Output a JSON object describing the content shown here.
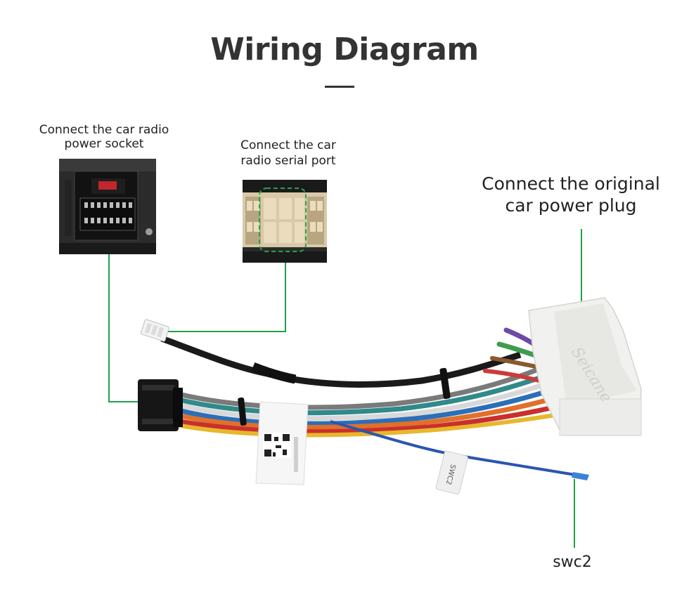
{
  "header": {
    "title": "Wiring Diagram"
  },
  "labels": {
    "power_socket": "Connect the car radio\npower socket",
    "serial_port": "Connect the car\nradio  serial port",
    "original_plug": "Connect the original\ncar power plug",
    "swc2": "swc2"
  },
  "connector_tags": {
    "harness_brand": "Seicane",
    "swc_tag": "SWC2"
  },
  "colors": {
    "leader_line": "#21a04a",
    "title": "#333333",
    "connector_white": "#f1f1ef",
    "connector_black": "#161616"
  }
}
